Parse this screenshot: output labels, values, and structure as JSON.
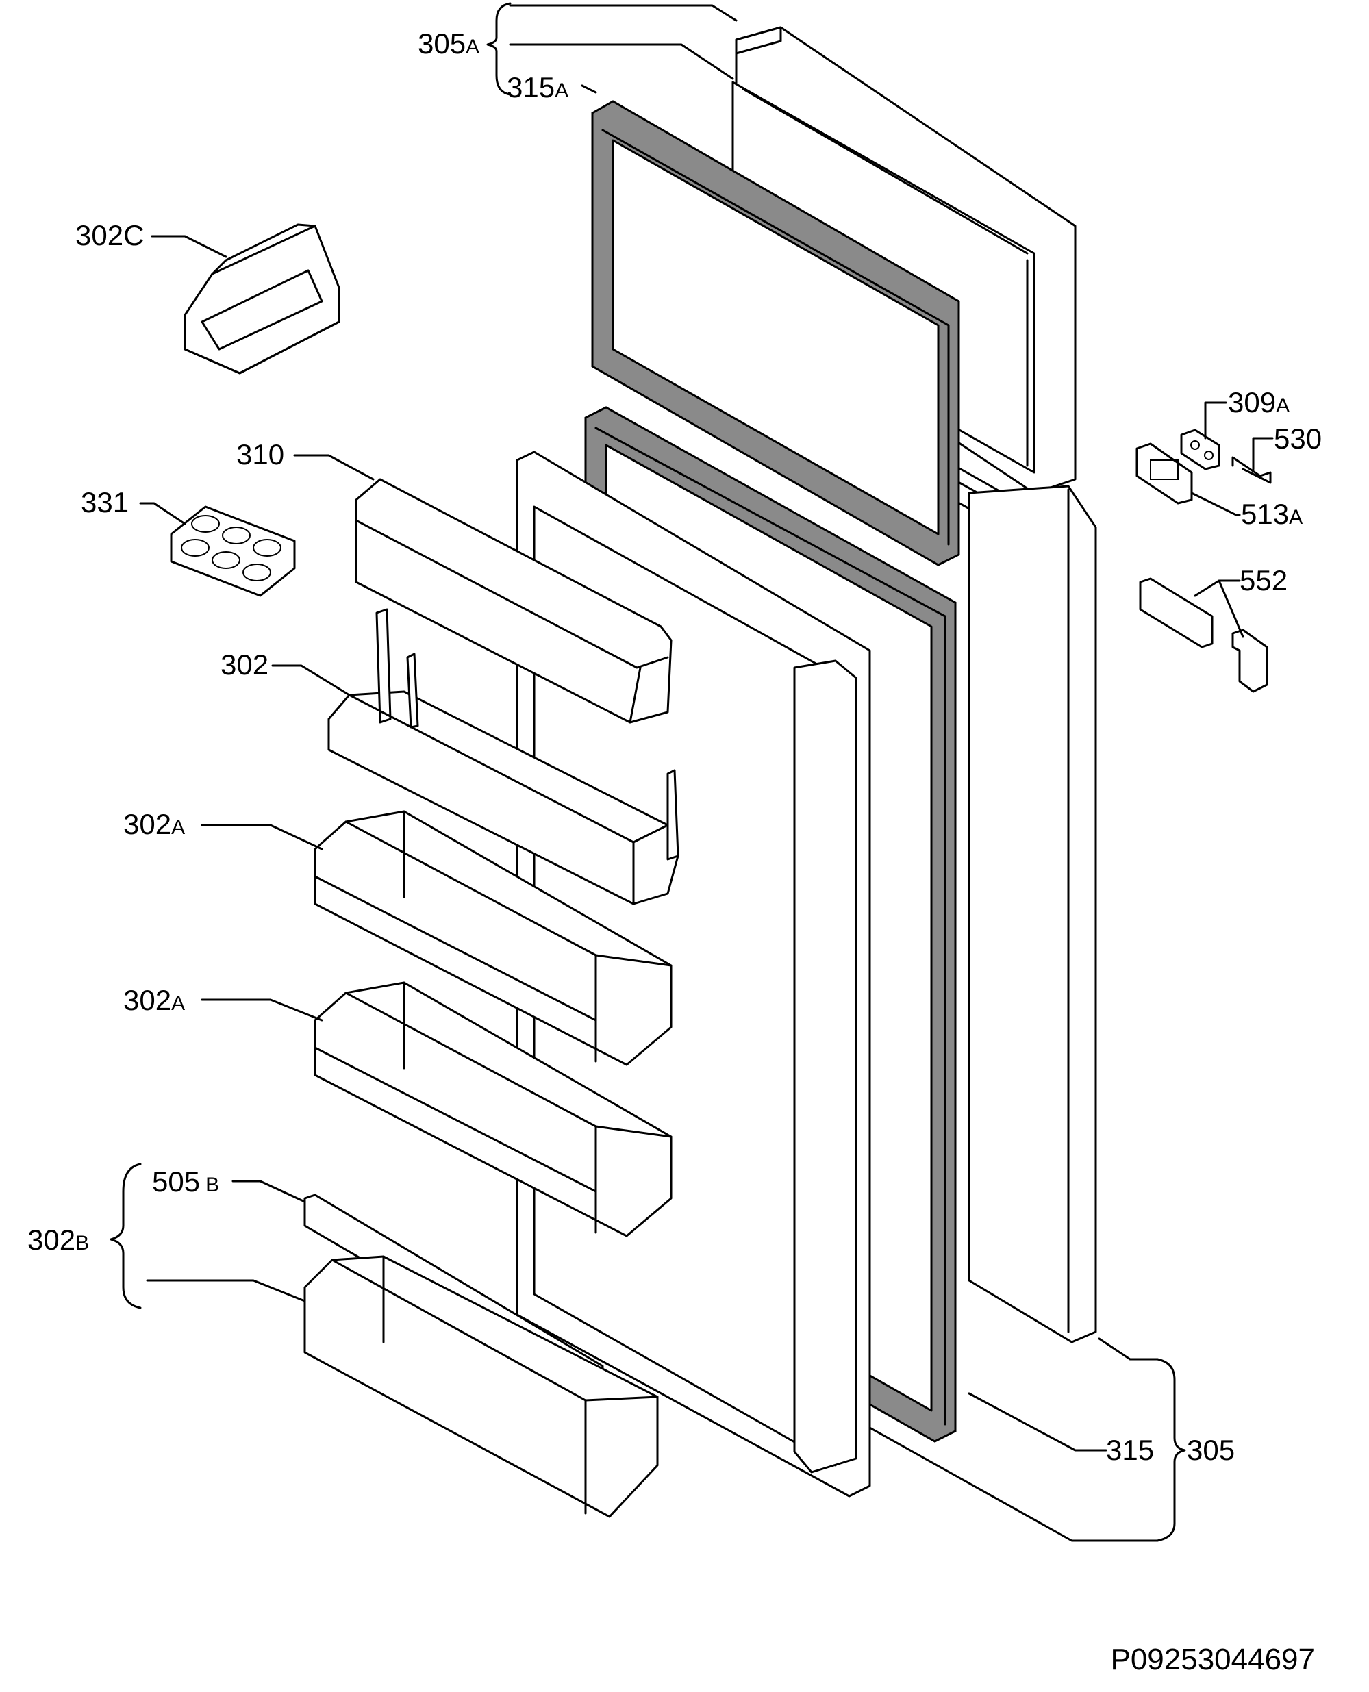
{
  "labels": {
    "l305a": {
      "num": "305",
      "suf": "A"
    },
    "l315a": {
      "num": "315",
      "suf": "A"
    },
    "l302c": {
      "num": "302C"
    },
    "l310": {
      "num": "310"
    },
    "l331": {
      "num": "331"
    },
    "l302": {
      "num": "302"
    },
    "l302a_1": {
      "num": "302",
      "suf": "A"
    },
    "l302a_2": {
      "num": "302",
      "suf": "A"
    },
    "l505b": {
      "num": "505",
      "suf": "B"
    },
    "l302b": {
      "num": "302",
      "suf": "B"
    },
    "l309a": {
      "num": "309",
      "suf": "A"
    },
    "l530": {
      "num": "530"
    },
    "l513a": {
      "num": "513",
      "suf": "A"
    },
    "l552": {
      "num": "552"
    },
    "l315": {
      "num": "315"
    },
    "l305": {
      "num": "305"
    }
  },
  "document_code": "P09253044697"
}
